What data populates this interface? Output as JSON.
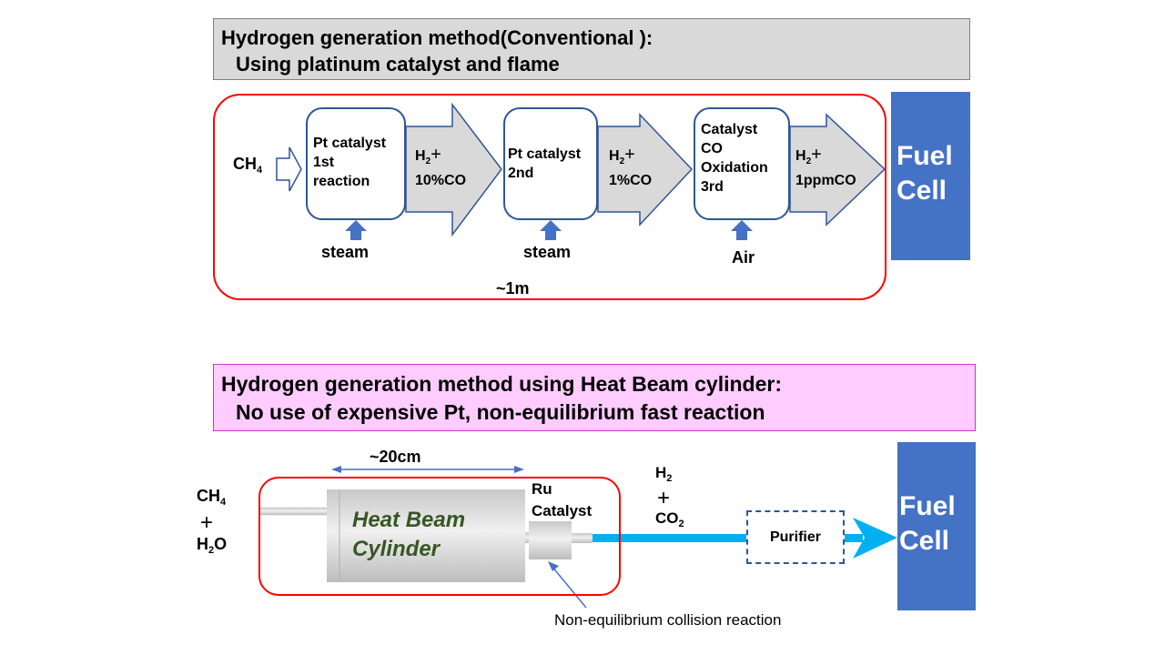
{
  "conventional": {
    "title_line1": "Hydrogen generation method(Conventional ):",
    "title_line2": "Using platinum catalyst and flame",
    "input": {
      "base": "CH",
      "sub": "4"
    },
    "stages": [
      {
        "lines": [
          "Pt catalyst",
          "1st",
          "reaction"
        ],
        "feed": "steam"
      },
      {
        "lines": [
          "Pt catalyst",
          "2nd"
        ],
        "feed": "steam"
      },
      {
        "lines": [
          "Catalyst",
          "CO",
          "Oxidation",
          "3rd"
        ],
        "feed": "Air"
      }
    ],
    "flows": [
      {
        "h": "H",
        "sub": "2",
        "plus": "+",
        "rest": "10%CO"
      },
      {
        "h": "H",
        "sub": "2",
        "plus": "+",
        "rest": "1%CO"
      },
      {
        "h": "H",
        "sub": "2",
        "plus": "+",
        "rest": "1ppmCO"
      }
    ],
    "size_label": "~1m",
    "fuel_cell": [
      "Fuel",
      "Cell"
    ]
  },
  "heat_beam": {
    "title_line1": "Hydrogen generation method using Heat Beam cylinder:",
    "title_line2": "No use of expensive Pt, non-equilibrium fast reaction",
    "input": {
      "a": "CH",
      "a_sub": "4",
      "plus": "+",
      "b": "H",
      "b_sub": "2",
      "b_rest": "O"
    },
    "size_label": "~20cm",
    "cylinder": [
      "Heat Beam",
      "Cylinder"
    ],
    "catalyst": [
      "Ru",
      "Catalyst"
    ],
    "output": {
      "a": "H",
      "a_sub": "2",
      "plus": "+",
      "b": "CO",
      "b_sub": "2"
    },
    "purifier": "Purifier",
    "note": "Non-equilibrium collision reaction",
    "fuel_cell": [
      "Fuel",
      "Cell"
    ]
  },
  "colors": {
    "enclosure": "#ff0000",
    "box_border": "#2f5597",
    "fuel_cell": "#4472c4",
    "pipe": "#00b0f0",
    "cylinder_text": "#375623",
    "flow_fill": "#d9d9d9"
  }
}
